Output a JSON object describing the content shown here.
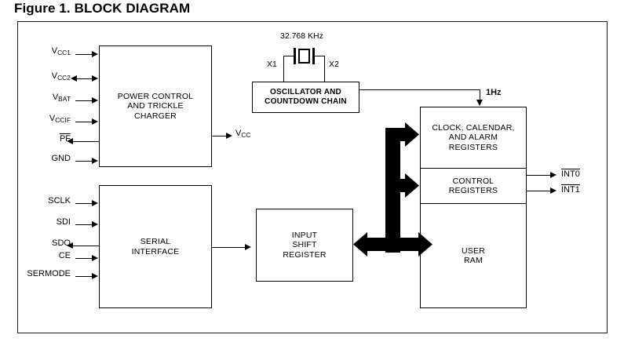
{
  "figure": {
    "title": "Figure 1. BLOCK DIAGRAM"
  },
  "blocks": {
    "power_control": "POWER CONTROL\nAND TRICKLE\nCHARGER",
    "oscillator": "OSCILLATOR AND\nCOUNTDOWN CHAIN",
    "serial_interface": "SERIAL\nINTERFACE",
    "input_shift_register": "INPUT\nSHIFT\nREGISTER",
    "clock_registers": "CLOCK, CALENDAR,\nAND ALARM\nREGISTERS",
    "control_registers": "CONTROL\nREGISTERS",
    "user_ram": "USER\nRAM"
  },
  "power_pins": [
    {
      "name": "VCC1",
      "base": "V",
      "sub": "CC1",
      "overline": false,
      "direction": "in"
    },
    {
      "name": "VCC2",
      "base": "V",
      "sub": "CC2",
      "overline": false,
      "direction": "bidir"
    },
    {
      "name": "VBAT",
      "base": "V",
      "sub": "BAT",
      "overline": false,
      "direction": "in"
    },
    {
      "name": "VCCIF",
      "base": "V",
      "sub": "CCIF",
      "overline": false,
      "direction": "in"
    },
    {
      "name": "PF",
      "base": "PF",
      "sub": "",
      "overline": true,
      "direction": "out"
    },
    {
      "name": "GND",
      "base": "GND",
      "sub": "",
      "overline": false,
      "direction": "in"
    }
  ],
  "serial_pins": [
    {
      "name": "SCLK",
      "overline": false,
      "direction": "in"
    },
    {
      "name": "SDI",
      "overline": false,
      "direction": "in"
    },
    {
      "name": "SDO",
      "overline": false,
      "direction": "out"
    },
    {
      "name": "CE",
      "overline": false,
      "direction": "in"
    },
    {
      "name": "SERMODE",
      "overline": false,
      "direction": "in"
    }
  ],
  "outputs": {
    "vcc": {
      "base": "V",
      "sub": "CC"
    },
    "int0": {
      "label": "INT0",
      "overline": true
    },
    "int1": {
      "label": "INT1",
      "overline": true
    }
  },
  "crystal": {
    "frequency": "32.768 KHz",
    "pin_left": "X1",
    "pin_right": "X2"
  },
  "signals": {
    "one_hz": "1Hz"
  },
  "colors": {
    "line": "#000000",
    "frame": "#1a1a1a",
    "background": "#ffffff"
  }
}
